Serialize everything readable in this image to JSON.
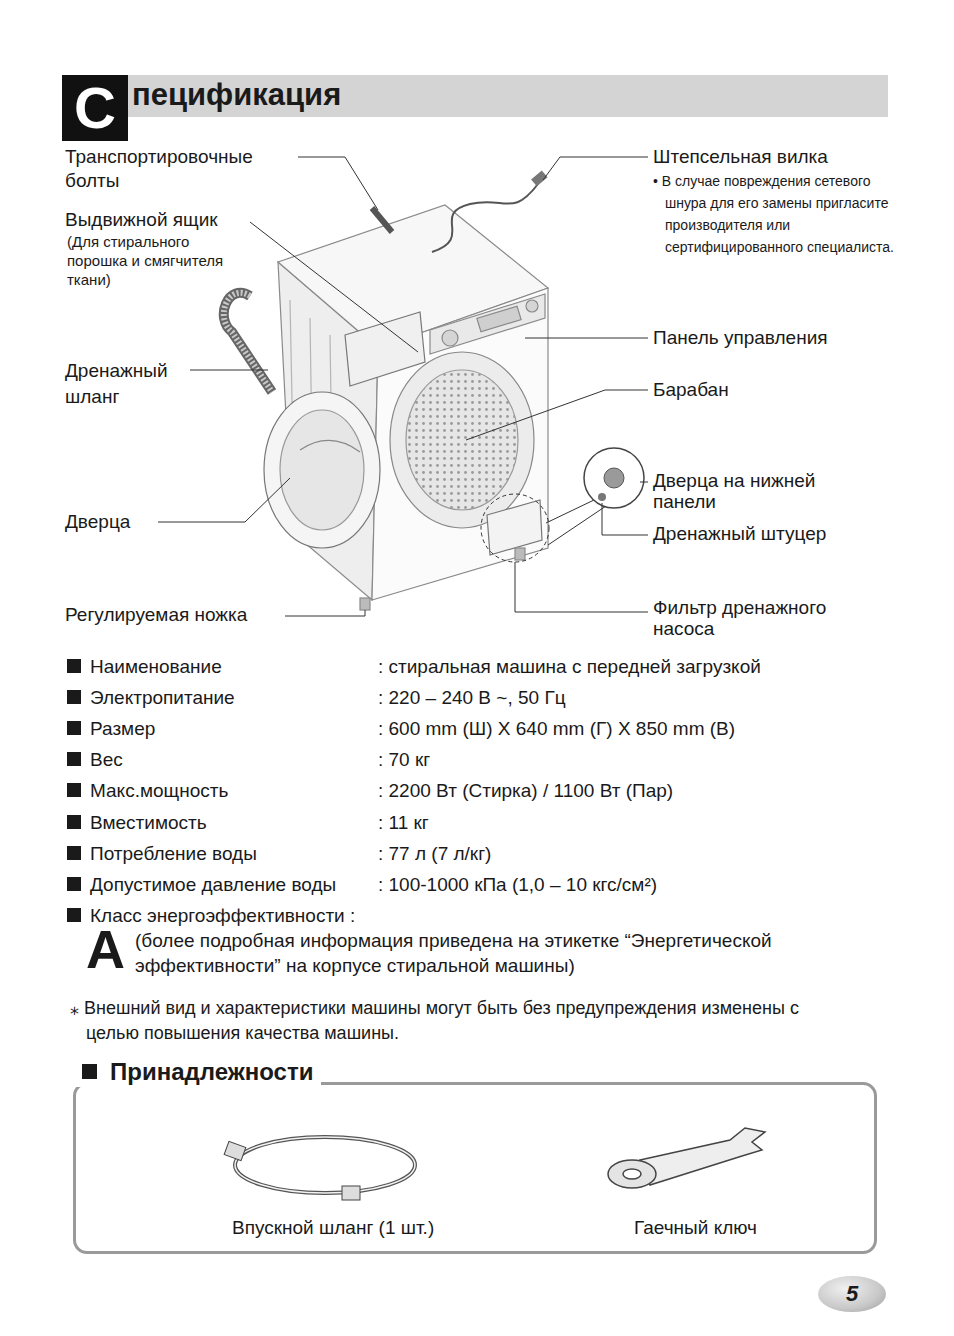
{
  "diagram": {
    "title": "пецификация",
    "nodes": [
      {
        "text": [
          "С"
        ]
      },
      {
        "text": [
          "Принадлежности",
          "Впускной шланг (1 шт.)",
          "Гаечный ключ"
        ]
      },
      {
        "text": [
          "5"
        ]
      }
    ],
    "labels": [
      "Транспортировочные болты",
      "Выдвижной ящик",
      "(Для стирального порошка и смягчителя ткани)",
      "Дренажный шланг",
      "Дверца",
      "Регулируемая ножка",
      "Штепсельная вилка",
      "• В случае повреждения сетевого шнура для его замены пригласите производителя или сертифицированного специалиста.",
      "Панель управления",
      "Барабан",
      "Дверца на нижней панели",
      "Дренажный штуцер",
      "Фильтр дренажного насоса",
      "Наименование",
      ": стиральная машина с передней загрузкой",
      "Электропитание",
      ": 220 – 240 В ~, 50 Гц",
      "Размер",
      ": 600 mm (Ш) X 640 mm (Г) X 850 mm (В)",
      "Вес",
      ": 70 кг",
      "Макс.мощность",
      ": 2200 Вт (Стирка) / 1100 Вт (Пар)",
      "Вместимость",
      ": 11 кг",
      "Потребление воды",
      ": 77 л (7 л/кг)",
      "Допустимое давление воды",
      ": 100-1000 кПа (1,0 – 10 кгс/см²)",
      "Класс энергоэффективности :",
      "A",
      "(более подробная информация приведена на этикетке “Энергетической эффективности” на корпусе стиральной машины)",
      "⁎ Внешний вид и характеристики машины могут быть без предупреждения изменены с целью повышения качества машины."
    ]
  }
}
